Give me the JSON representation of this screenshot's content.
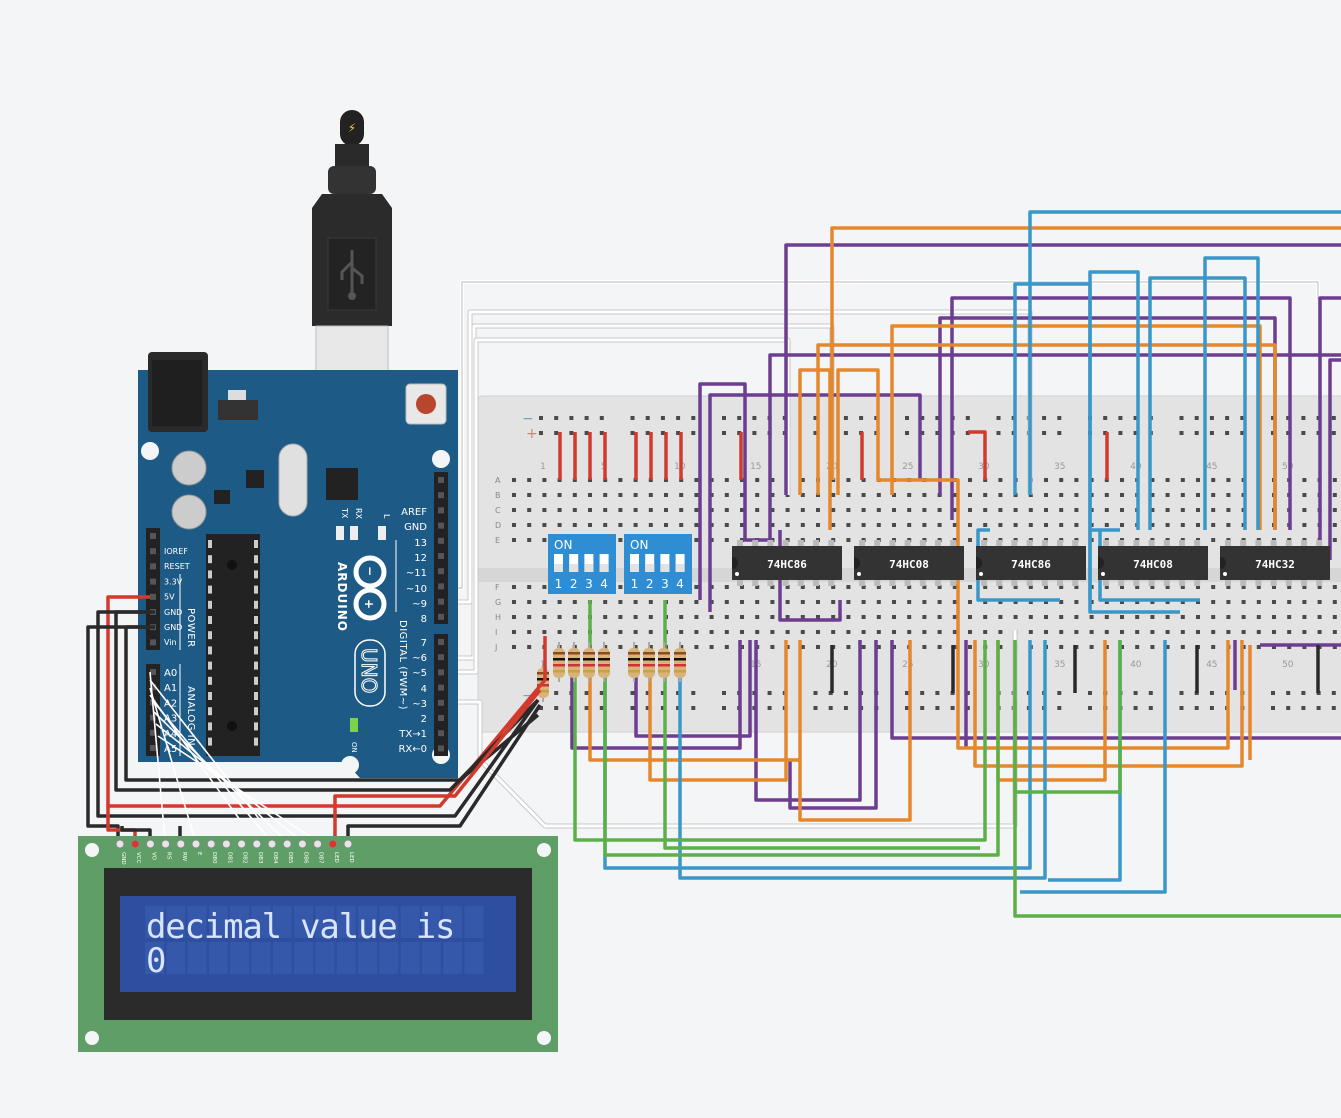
{
  "arduino": {
    "brand": "ARDUINO",
    "model": "UNO",
    "power_labels": [
      "IOREF",
      "RESET",
      "3.3V",
      "5V",
      "GND",
      "GND",
      "Vin"
    ],
    "power_header": "POWER",
    "analog_labels": [
      "A0",
      "A1",
      "A2",
      "A3",
      "A4",
      "A5"
    ],
    "analog_header": "ANALOG IN",
    "digital_labels": [
      "AREF",
      "GND",
      "13",
      "12",
      "~11",
      "~10",
      "~9",
      "8",
      "7",
      "~6",
      "~5",
      "4",
      "~3",
      "2",
      "TX→1",
      "RX←0"
    ],
    "digital_header": "DIGITAL (PWM~)",
    "led_labels": [
      "TX",
      "RX",
      "L"
    ],
    "on_label": "ON"
  },
  "breadboard": {
    "row_letters_top": [
      "A",
      "B",
      "C",
      "D",
      "E"
    ],
    "row_letters_bottom": [
      "F",
      "G",
      "H",
      "I",
      "J"
    ],
    "column_numbers": [
      "1",
      "5",
      "10",
      "15",
      "20",
      "25",
      "30",
      "35",
      "40",
      "45",
      "50"
    ],
    "rail_plus": "+",
    "rail_minus": "−"
  },
  "dip_switches": [
    {
      "label": "ON",
      "positions": [
        "1",
        "2",
        "3",
        "4"
      ]
    },
    {
      "label": "ON",
      "positions": [
        "1",
        "2",
        "3",
        "4"
      ]
    }
  ],
  "chips": [
    "74HC86",
    "74HC08",
    "74HC86",
    "74HC08",
    "74HC32"
  ],
  "lcd": {
    "pin_labels": [
      "GND",
      "VCC",
      "VO",
      "RS",
      "RW",
      "E",
      "DB0",
      "DB1",
      "DB2",
      "DB3",
      "DB4",
      "DB5",
      "DB6",
      "DB7",
      "LED",
      "LED"
    ],
    "line1": "decimal value is",
    "line2": "0"
  },
  "colors": {
    "background": "#f4f5f7",
    "arduino_board": "#1e5a86",
    "wire_purple": "#6c3d91",
    "wire_orange": "#e5882c",
    "wire_blue": "#3a97c9",
    "wire_green": "#5cb048",
    "wire_red": "#d23a2e",
    "wire_black": "#2a2a2a",
    "wire_white": "#ffffff",
    "dip_switch": "#2f8ed3",
    "chip": "#333333",
    "lcd_pcb": "#5f9e66",
    "lcd_screen": "#2e4ea0"
  }
}
